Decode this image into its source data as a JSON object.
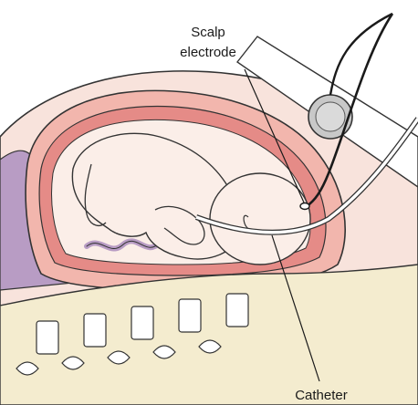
{
  "labels": {
    "scalp_electrode_line1": "Scalp",
    "scalp_electrode_line2": "electrode",
    "catheter": "Catheter"
  },
  "colors": {
    "background": "#ffffff",
    "skin": "#f8e3dc",
    "skin_outline": "#333333",
    "uterus_wall": "#f2b6ad",
    "uterus_inner": "#e58b87",
    "fetus_skin": "#fbeee8",
    "placenta_purple": "#b89cc4",
    "spine_cream": "#f4eccf",
    "spine_disc": "#ffffff",
    "belt": "#ffffff",
    "transducer": "#c8c8c8",
    "wire": "#1a1a1a"
  },
  "icons": {
    "transducer": "circular-transducer-icon"
  }
}
